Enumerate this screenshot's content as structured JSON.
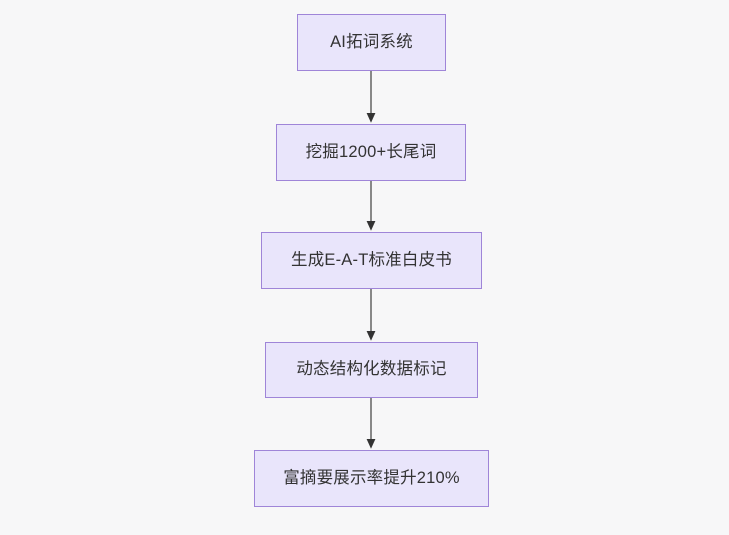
{
  "diagram": {
    "type": "flowchart",
    "direction": "top-to-bottom",
    "background_color": "#f7f7f8",
    "node_fill_color": "#e9e5fb",
    "node_border_color": "#9f85d8",
    "node_text_color": "#333333",
    "edge_line_color": "#888888",
    "edge_arrow_color": "#333333",
    "nodes": [
      {
        "id": "n0",
        "label": "AI拓词系统"
      },
      {
        "id": "n1",
        "label": "挖掘1200+长尾词"
      },
      {
        "id": "n2",
        "label": "生成E-A-T标准白皮书"
      },
      {
        "id": "n3",
        "label": "动态结构化数据标记"
      },
      {
        "id": "n4",
        "label": "富摘要展示率提升210%"
      }
    ],
    "edges": [
      {
        "from": "n0",
        "to": "n1",
        "label": ""
      },
      {
        "from": "n1",
        "to": "n2",
        "label": ""
      },
      {
        "from": "n2",
        "to": "n3",
        "label": ""
      },
      {
        "from": "n3",
        "to": "n4",
        "label": ""
      }
    ]
  }
}
